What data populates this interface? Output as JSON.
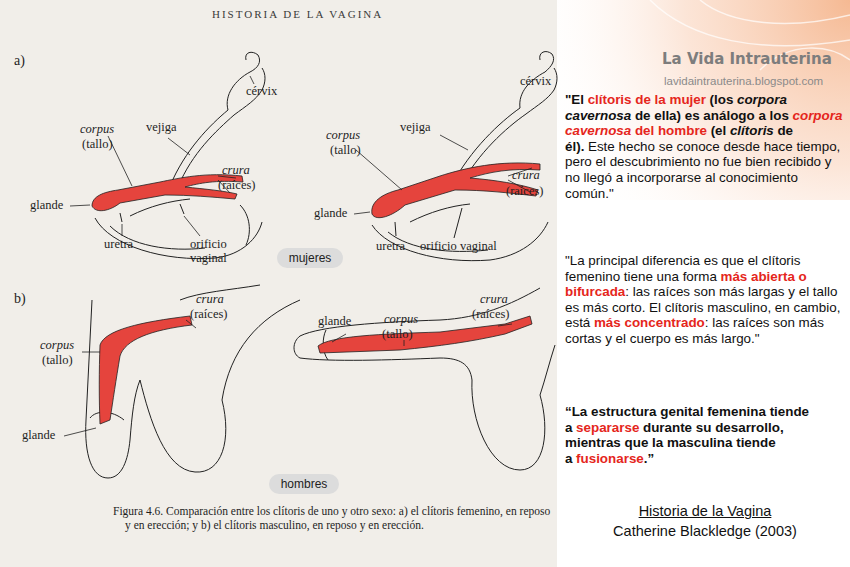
{
  "diagram": {
    "title": "HISTORIA DE LA VAGINA",
    "caption": "Figura 4.6. Comparación entre los clítoris de uno y otro sexo: a) el clítoris femenino, en reposo y en erección; y b) el clítoris masculino, en reposo y en erección.",
    "nodes": [
      {
        "text": [
          "mujeres"
        ]
      },
      {
        "text": [
          "hombres"
        ]
      }
    ],
    "labels": [
      "a)",
      "cérvix",
      "vejiga",
      "corpus",
      "(tallo)",
      "crura",
      "(raíces)",
      "glande",
      "uretra",
      "orificio vaginal",
      "cérvix",
      "vejiga",
      "corpus",
      "(tallo)",
      "crura",
      "(raíces)",
      "glande",
      "uretra",
      "orificio vaginal",
      "b)",
      "crura",
      "(raíces)",
      "corpus",
      "(tallo)",
      "glande",
      "glande",
      "corpus",
      "(tallo)",
      "crura",
      "(raíces)",
      "La Vida Intrauterina",
      "lavidaintrauterina.blogspot.com",
      "\"El",
      "clítoris de la mujer",
      "(los",
      "corpora cavernosa",
      "de ella) es análogo a los",
      "corpora cavernosa",
      "del hombre",
      "(el",
      "clítoris",
      "de él).",
      "Este hecho se conoce desde hace tiempo, pero el descubrimiento no fue bien recibido y no llegó a incorporarse al conocimiento común.\"",
      "\"La principal diferencia es que el clítoris femenino tiene una forma",
      "más abierta o bifurcada",
      ": las raíces son más largas y el tallo es más corto. El clítoris masculino, en cambio, está",
      "más concentrado",
      ": las raíces son más cortas y el cuerpo es más largo.\"",
      "“La estructura genital femenina tiende a",
      "separarse",
      "durante su desarrollo, mientras que la masculina tiende a",
      "fusionarse",
      ".”",
      "Historia de la Vagina",
      "Catherine Blackledge (2003)"
    ]
  }
}
